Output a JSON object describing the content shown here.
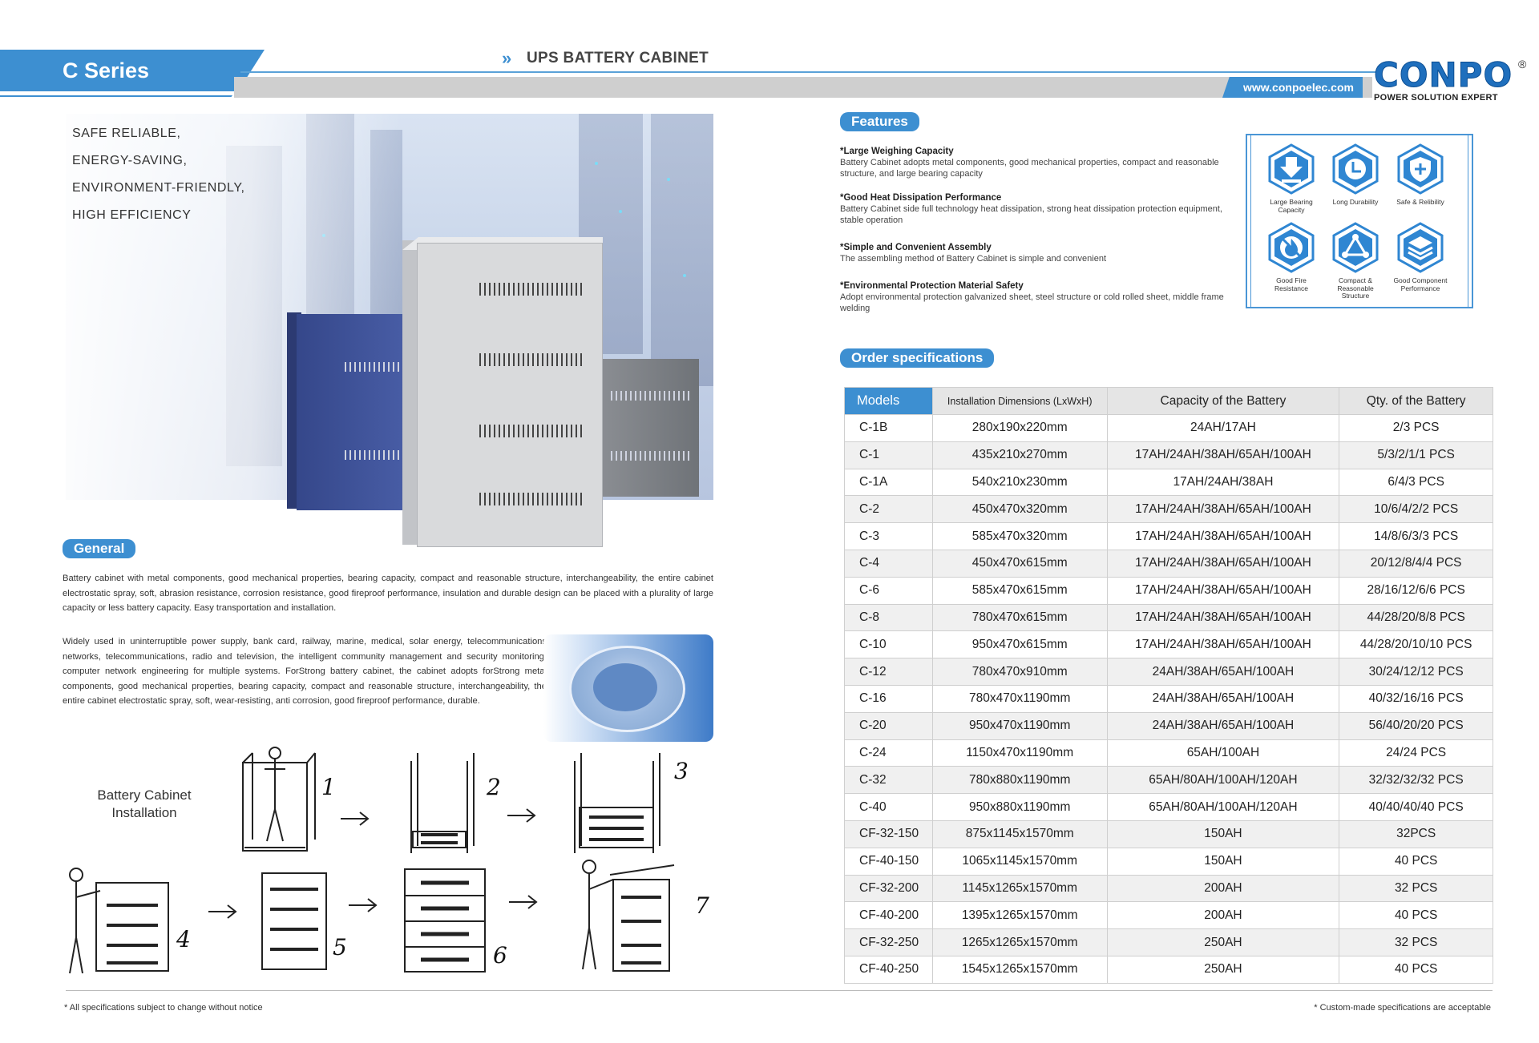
{
  "header": {
    "series": "C Series",
    "title": "UPS BATTERY CABINET",
    "url": "www.conpoelec.com",
    "logo_text": "CONPO",
    "logo_reg": "®",
    "logo_tagline": "POWER SOLUTION EXPERT"
  },
  "hero": {
    "lines": [
      "SAFE RELIABLE,",
      "ENERGY-SAVING,",
      "ENVIRONMENT-FRIENDLY,",
      "HIGH EFFICIENCY"
    ]
  },
  "general": {
    "heading": "General",
    "para1": "Battery cabinet with metal components, good mechanical properties, bearing capacity, compact and reasonable structure, interchangeability, the entire cabinet electrostatic spray, soft, abrasion resistance, corrosion resistance, good fireproof performance, insulation and durable design can be placed with a plurality of large capacity or less battery capacity. Easy transportation and installation.",
    "para2": "Widely used in uninterruptible power supply, bank card, railway, marine, medical, solar energy, telecommunications networks, telecommunications, radio and television, the intelligent community management and security monitoring, computer network engineering for multiple systems. ForStrong battery cabinet, the cabinet adopts forStrong metal components, good mechanical properties, bearing capacity, compact and reasonable structure, interchangeability, the entire cabinet electrostatic spray, soft, wear-resisting, anti corrosion, good fireproof performance, durable."
  },
  "installation": {
    "title_line1": "Battery Cabinet",
    "title_line2": "Installation",
    "steps": [
      "1",
      "2",
      "3",
      "4",
      "5",
      "6",
      "7"
    ]
  },
  "features": {
    "heading": "Features",
    "items": [
      {
        "title": "*Large Weighing Capacity",
        "desc": "Battery Cabinet adopts metal components, good mechanical properties, compact and reasonable structure, and large bearing capacity"
      },
      {
        "title": "*Good Heat Dissipation Performance",
        "desc": "Battery Cabinet side full technology heat dissipation, strong heat dissipation protection equipment, stable operation"
      },
      {
        "title": "*Simple and Convenient Assembly",
        "desc": "The assembling method of Battery Cabinet is simple and convenient"
      },
      {
        "title": "*Environmental Protection Material Safety",
        "desc": "Adopt environmental protection galvanized sheet, steel structure or cold rolled sheet, middle frame welding"
      }
    ],
    "icons": [
      {
        "icon": "weight-download-icon",
        "label": "Large Bearing Capacity"
      },
      {
        "icon": "clock-icon",
        "label": "Long Durability"
      },
      {
        "icon": "shield-plus-icon",
        "label": "Safe & Relibility"
      },
      {
        "icon": "fire-icon",
        "label": "Good Fire Resistance"
      },
      {
        "icon": "triangle-nodes-icon",
        "label": "Compact & Reasonable Structure"
      },
      {
        "icon": "layers-icon",
        "label": "Good Component Performance"
      }
    ]
  },
  "order": {
    "heading": "Order specifications",
    "columns": [
      "Models",
      "Installation Dimensions (LxWxH)",
      "Capacity of the Battery",
      "Qty. of the Battery"
    ],
    "rows": [
      [
        "C-1B",
        "280x190x220mm",
        "24AH/17AH",
        "2/3 PCS"
      ],
      [
        "C-1",
        "435x210x270mm",
        "17AH/24AH/38AH/65AH/100AH",
        "5/3/2/1/1 PCS"
      ],
      [
        "C-1A",
        "540x210x230mm",
        "17AH/24AH/38AH",
        "6/4/3 PCS"
      ],
      [
        "C-2",
        "450x470x320mm",
        "17AH/24AH/38AH/65AH/100AH",
        "10/6/4/2/2 PCS"
      ],
      [
        "C-3",
        "585x470x320mm",
        "17AH/24AH/38AH/65AH/100AH",
        "14/8/6/3/3 PCS"
      ],
      [
        "C-4",
        "450x470x615mm",
        "17AH/24AH/38AH/65AH/100AH",
        "20/12/8/4/4 PCS"
      ],
      [
        "C-6",
        "585x470x615mm",
        "17AH/24AH/38AH/65AH/100AH",
        "28/16/12/6/6 PCS"
      ],
      [
        "C-8",
        "780x470x615mm",
        "17AH/24AH/38AH/65AH/100AH",
        "44/28/20/8/8 PCS"
      ],
      [
        "C-10",
        "950x470x615mm",
        "17AH/24AH/38AH/65AH/100AH",
        "44/28/20/10/10 PCS"
      ],
      [
        "C-12",
        "780x470x910mm",
        "24AH/38AH/65AH/100AH",
        "30/24/12/12 PCS"
      ],
      [
        "C-16",
        "780x470x1190mm",
        "24AH/38AH/65AH/100AH",
        "40/32/16/16 PCS"
      ],
      [
        "C-20",
        "950x470x1190mm",
        "24AH/38AH/65AH/100AH",
        "56/40/20/20 PCS"
      ],
      [
        "C-24",
        "1150x470x1190mm",
        "65AH/100AH",
        "24/24 PCS"
      ],
      [
        "C-32",
        "780x880x1190mm",
        "65AH/80AH/100AH/120AH",
        "32/32/32/32 PCS"
      ],
      [
        "C-40",
        "950x880x1190mm",
        "65AH/80AH/100AH/120AH",
        "40/40/40/40 PCS"
      ],
      [
        "CF-32-150",
        "875x1145x1570mm",
        "150AH",
        "32PCS"
      ],
      [
        "CF-40-150",
        "1065x1145x1570mm",
        "150AH",
        "40 PCS"
      ],
      [
        "CF-32-200",
        "1145x1265x1570mm",
        "200AH",
        "32 PCS"
      ],
      [
        "CF-40-200",
        "1395x1265x1570mm",
        "200AH",
        "40 PCS"
      ],
      [
        "CF-32-250",
        "1265x1265x1570mm",
        "250AH",
        "32 PCS"
      ],
      [
        "CF-40-250",
        "1545x1265x1570mm",
        "250AH",
        "40 PCS"
      ]
    ]
  },
  "footer": {
    "left": "* All specifications subject to change without notice",
    "right": "* Custom-made specifications are acceptable"
  },
  "colors": {
    "accent": "#3d8fd1",
    "grey_bar": "#cfcfcf"
  }
}
